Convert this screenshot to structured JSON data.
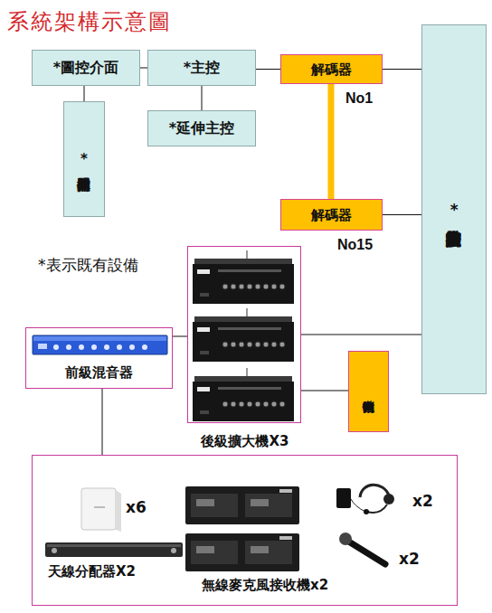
{
  "diagram": {
    "title": "系統架構示意圖",
    "nodes": [
      {
        "text": [
          "*圖控介面"
        ]
      },
      {
        "text": [
          "*主控"
        ]
      },
      {
        "text": [
          "解碼器"
        ]
      },
      {
        "text": [
          "*圖控伺服器"
        ]
      },
      {
        "text": [
          "*延伸主控"
        ]
      },
      {
        "text": [
          "解碼器"
        ]
      },
      {
        "text": [
          "*教室及辦公室廣播設備"
        ]
      },
      {
        "text": [
          "後級擴大機X3"
        ]
      },
      {
        "text": [
          "前級混音器"
        ]
      },
      {
        "text": [
          "指向性喇叭"
        ]
      },
      {
        "text": [
          "x6",
          "x2",
          "天線分配器X2",
          "x2",
          "無線麥克風接收機x2"
        ]
      }
    ],
    "edges": [
      {
        "from": 0,
        "to": 1,
        "arrow": "none"
      },
      {
        "from": 0,
        "to": 3,
        "arrow": "none"
      },
      {
        "from": 1,
        "to": 4,
        "arrow": "none"
      },
      {
        "from": 1,
        "to": 2,
        "arrow": "none"
      },
      {
        "from": 2,
        "to": 5,
        "arrow": "none"
      },
      {
        "from": 2,
        "to": 6,
        "arrow": "none"
      },
      {
        "from": 5,
        "to": 6,
        "arrow": "none"
      },
      {
        "from": 7,
        "to": 6,
        "arrow": "none"
      },
      {
        "from": 8,
        "to": 7,
        "arrow": "none"
      },
      {
        "from": 7,
        "to": 9,
        "arrow": "none"
      },
      {
        "from": 8,
        "to": 10,
        "arrow": "none"
      }
    ],
    "labels": [
      "No1",
      "No15",
      "*表示既有設備"
    ]
  }
}
